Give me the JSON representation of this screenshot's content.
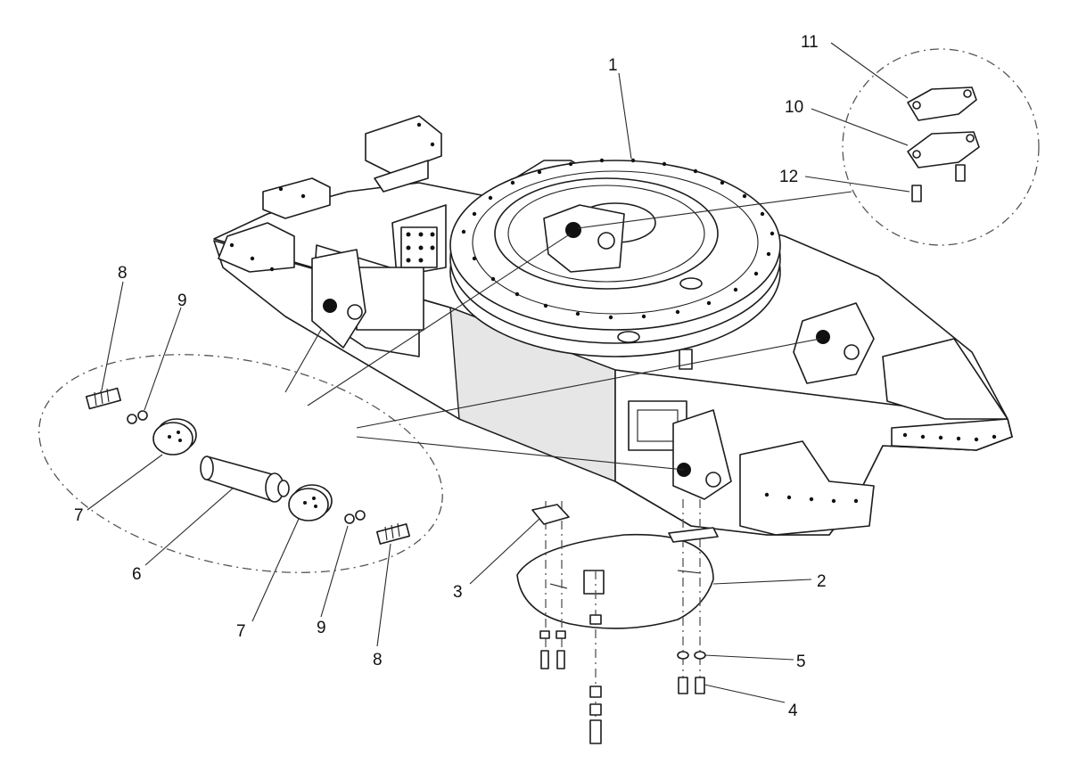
{
  "callouts": [
    {
      "id": "c1",
      "text": "1"
    },
    {
      "id": "c2",
      "text": "2"
    },
    {
      "id": "c3",
      "text": "3"
    },
    {
      "id": "c4",
      "text": "4"
    },
    {
      "id": "c5",
      "text": "5"
    },
    {
      "id": "c6",
      "text": "6"
    },
    {
      "id": "c7a",
      "text": "7"
    },
    {
      "id": "c7b",
      "text": "7"
    },
    {
      "id": "c8a",
      "text": "8"
    },
    {
      "id": "c8b",
      "text": "8"
    },
    {
      "id": "c9a",
      "text": "9"
    },
    {
      "id": "c9b",
      "text": "9"
    },
    {
      "id": "c10",
      "text": "10"
    },
    {
      "id": "c11",
      "text": "11"
    },
    {
      "id": "c12",
      "text": "12"
    }
  ]
}
